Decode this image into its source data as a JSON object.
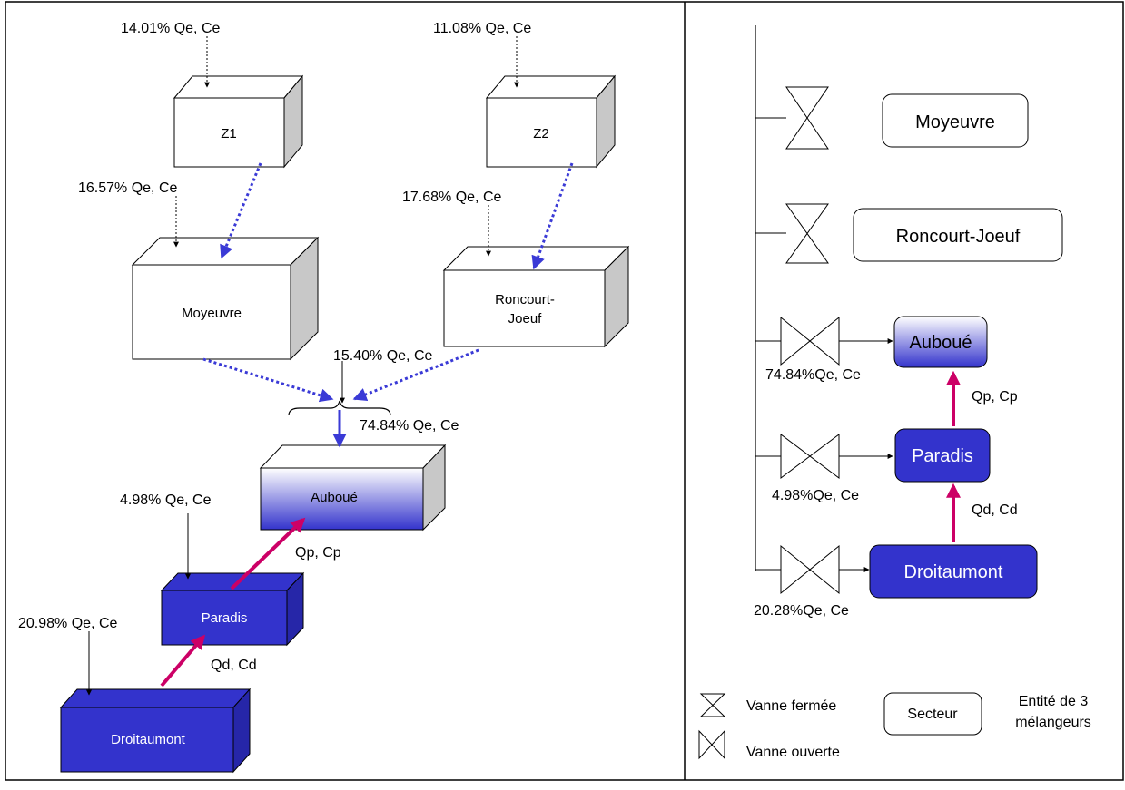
{
  "left_panel": {
    "tanks": {
      "z1": "Z1",
      "z2": "Z2",
      "moyeuvre": "Moyeuvre",
      "roncourt_line1": "Roncourt-",
      "roncourt_line2": "Joeuf",
      "auboue": "Auboué",
      "paradis": "Paradis",
      "droitaumont": "Droitaumont"
    },
    "flows": {
      "z1_in": "14.01% Qe, Ce",
      "z2_in": "11.08% Qe, Ce",
      "moyeuvre_in": "16.57% Qe, Ce",
      "roncourt_in": "17.68% Qe, Ce",
      "merge_in": "15.40% Qe, Ce",
      "auboue_in": "74.84% Qe, Ce",
      "paradis_in": "4.98% Qe, Ce",
      "droitaumont_in": "20.98% Qe, Ce",
      "paradis_to_auboue": "Qp, Cp",
      "droitaumont_to_paradis": "Qd, Cd"
    }
  },
  "right_panel": {
    "sectors": {
      "moyeuvre": "Moyeuvre",
      "roncourt": "Roncourt-Joeuf",
      "auboue": "Auboué",
      "paradis": "Paradis",
      "droitaumont": "Droitaumont"
    },
    "flows": {
      "auboue_in": "74.84%Qe, Ce",
      "paradis_in": "4.98%Qe, Ce",
      "droitaumont_in": "20.28%Qe, Ce",
      "paradis_to_auboue": "Qp, Cp",
      "droitaumont_to_paradis": "Qd, Cd"
    },
    "legend": {
      "closed_valve": "Vanne fermée",
      "open_valve": "Vanne ouverte",
      "sector": "Secteur",
      "entity_line1": "Entité de 3",
      "entity_line2": "mélangeurs"
    }
  },
  "colors": {
    "tank_blue": "#3333cc",
    "tank_side_gray": "#c8c8c8",
    "dotted_arrow": "#3a3ad6",
    "pump_arrow": "#cc0066"
  }
}
